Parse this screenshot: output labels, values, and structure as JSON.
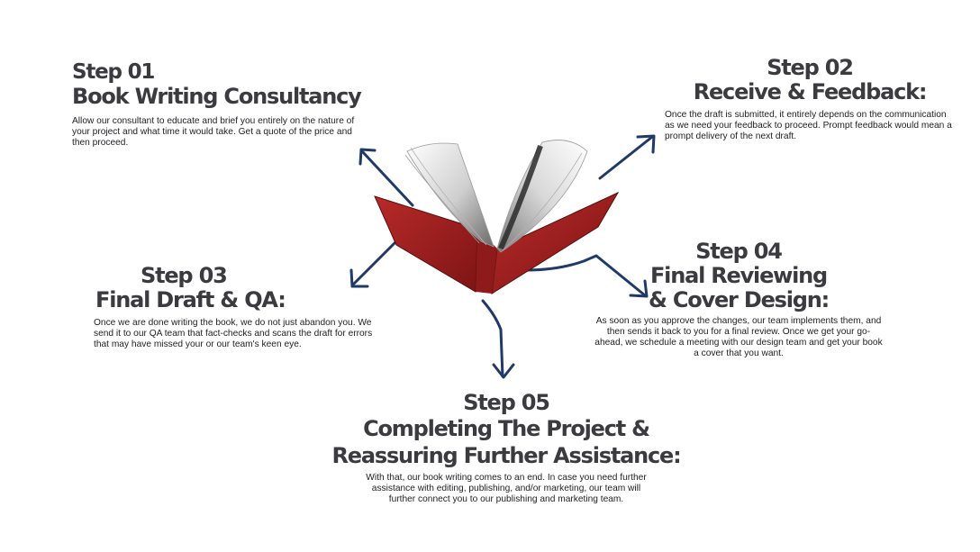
{
  "colors": {
    "arrow": "#1f3a68",
    "book_cover": "#a82424",
    "heading": "#3a3a3f",
    "body_text": "#222226"
  },
  "illustration": {
    "icon": "open-red-book-icon"
  },
  "steps": [
    {
      "number": "Step 01",
      "title": "Book Writing Consultancy",
      "description": "Allow our consultant to educate and brief you entirely on the nature of your project and what time it would take. Get a quote of the price and then proceed."
    },
    {
      "number": "Step 02",
      "title": "Receive & Feedback:",
      "description": "Once the draft is submitted, it entirely depends on the communication as we need your feedback to proceed. Prompt feedback would mean a prompt delivery of the next draft."
    },
    {
      "number": "Step 03",
      "title": "Final Draft & QA:",
      "description": "Once we are done writing the book, we do not just abandon you. We send it to our QA team that fact-checks and scans the draft for errors that may have missed your or our team's keen eye."
    },
    {
      "number": "Step 04",
      "title": "Final Reviewing\n& Cover Design:",
      "description": "As soon as you approve the changes, our team implements them, and then sends it back to you for a final review. Once we get your go-ahead, we schedule a meeting with our design team and get your book a cover that you want."
    },
    {
      "number": "Step 05",
      "title": "Completing The Project &\nReassuring Further Assistance:",
      "description": "With that, our book writing comes to an end. In case you need further assistance with editing, publishing, and/or marketing, our team will further connect you to our publishing and marketing team."
    }
  ]
}
